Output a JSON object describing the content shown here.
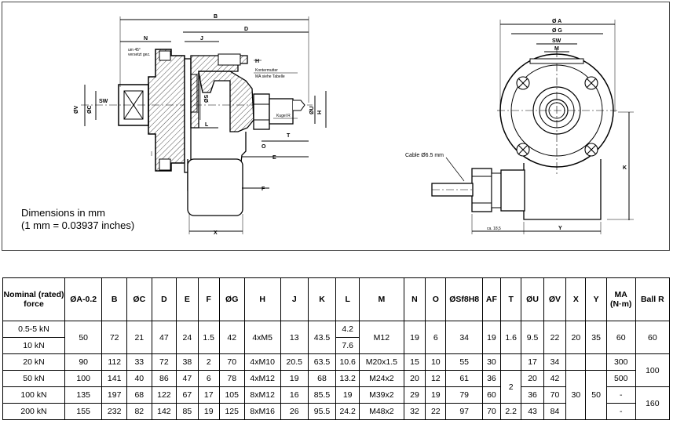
{
  "drawing": {
    "note_line1": "Dimensions in mm",
    "note_line2": "(1 mm = 0.03937 inches)",
    "labels": {
      "B": "B",
      "N": "N",
      "J": "J",
      "D": "D",
      "H": "H",
      "SW": "SW",
      "V": "ØV",
      "C": "ØC",
      "S": "ØS",
      "U": "ØU",
      "L": "L",
      "O": "O",
      "T": "T",
      "E": "E",
      "F": "F",
      "X": "X",
      "A": "Ø A",
      "G": "Ø G",
      "M": "M",
      "K": "K",
      "Y": "Y",
      "ca": "ca. 18,5",
      "angle_note_1": "um 45°",
      "angle_note_2": "versetzt gez.",
      "nut_note_1": "Kontermutter",
      "nut_note_2": "MA siehe Tabelle",
      "ball_note": "Kugel R",
      "cable": "Cable Ø6.5 mm"
    }
  },
  "table": {
    "headers": [
      "Nominal (rated) force",
      "ØA-0.2",
      "B",
      "ØC",
      "D",
      "E",
      "F",
      "ØG",
      "H",
      "J",
      "K",
      "L",
      "M",
      "N",
      "O",
      "ØSf8H8",
      "AF",
      "T",
      "ØU",
      "ØV",
      "X",
      "Y",
      "MA (N·m)",
      "Ball R"
    ],
    "rows": {
      "r1": {
        "force": "0.5-5 kN",
        "L": "4.2"
      },
      "r2": {
        "force": "10 kN",
        "L": "7.6"
      },
      "g1": {
        "A": "50",
        "B": "72",
        "C": "21",
        "D": "47",
        "E": "24",
        "F": "1.5",
        "G": "42",
        "H": "4xM5",
        "J": "13",
        "K": "43.5",
        "M": "M12",
        "N": "19",
        "O": "6",
        "S": "34",
        "AF": "19",
        "U": "9.5",
        "V": "22",
        "X": "20",
        "Y": "35",
        "MA": "60",
        "R": "60"
      },
      "T12": "1.6",
      "r3": {
        "force": "20 kN",
        "A": "90",
        "B": "112",
        "C": "33",
        "D": "72",
        "E": "38",
        "F": "2",
        "G": "70",
        "H": "4xM10",
        "J": "20.5",
        "K": "63.5",
        "L": "10.6",
        "M": "M20x1.5",
        "N": "15",
        "O": "10",
        "S": "55",
        "AF": "30",
        "U": "17",
        "V": "34",
        "MA": "300"
      },
      "R34": "100",
      "r4": {
        "force": "50 kN",
        "A": "100",
        "B": "141",
        "C": "40",
        "D": "86",
        "E": "47",
        "F": "6",
        "G": "78",
        "H": "4xM12",
        "J": "19",
        "K": "68",
        "L": "13.2",
        "M": "M24x2",
        "N": "20",
        "O": "12",
        "S": "61",
        "AF": "36",
        "U": "20",
        "V": "42",
        "MA": "500"
      },
      "T345": "2",
      "X3456": "30",
      "Y3456": "50",
      "r5": {
        "force": "100 kN",
        "A": "135",
        "B": "197",
        "C": "68",
        "D": "122",
        "E": "67",
        "F": "17",
        "G": "105",
        "H": "8xM12",
        "J": "16",
        "K": "85.5",
        "L": "19",
        "M": "M39x2",
        "N": "29",
        "O": "19",
        "S": "79",
        "AF": "60",
        "U": "36",
        "V": "70",
        "MA": "-"
      },
      "R56": "160",
      "r6": {
        "force": "200 kN",
        "A": "155",
        "B": "232",
        "C": "82",
        "D": "142",
        "E": "85",
        "F": "19",
        "G": "125",
        "H": "8xM16",
        "J": "26",
        "K": "95.5",
        "L": "24.2",
        "M": "M48x2",
        "N": "32",
        "O": "22",
        "S": "97",
        "AF": "70",
        "T": "2.2",
        "U": "43",
        "V": "84",
        "MA": "-"
      }
    }
  }
}
